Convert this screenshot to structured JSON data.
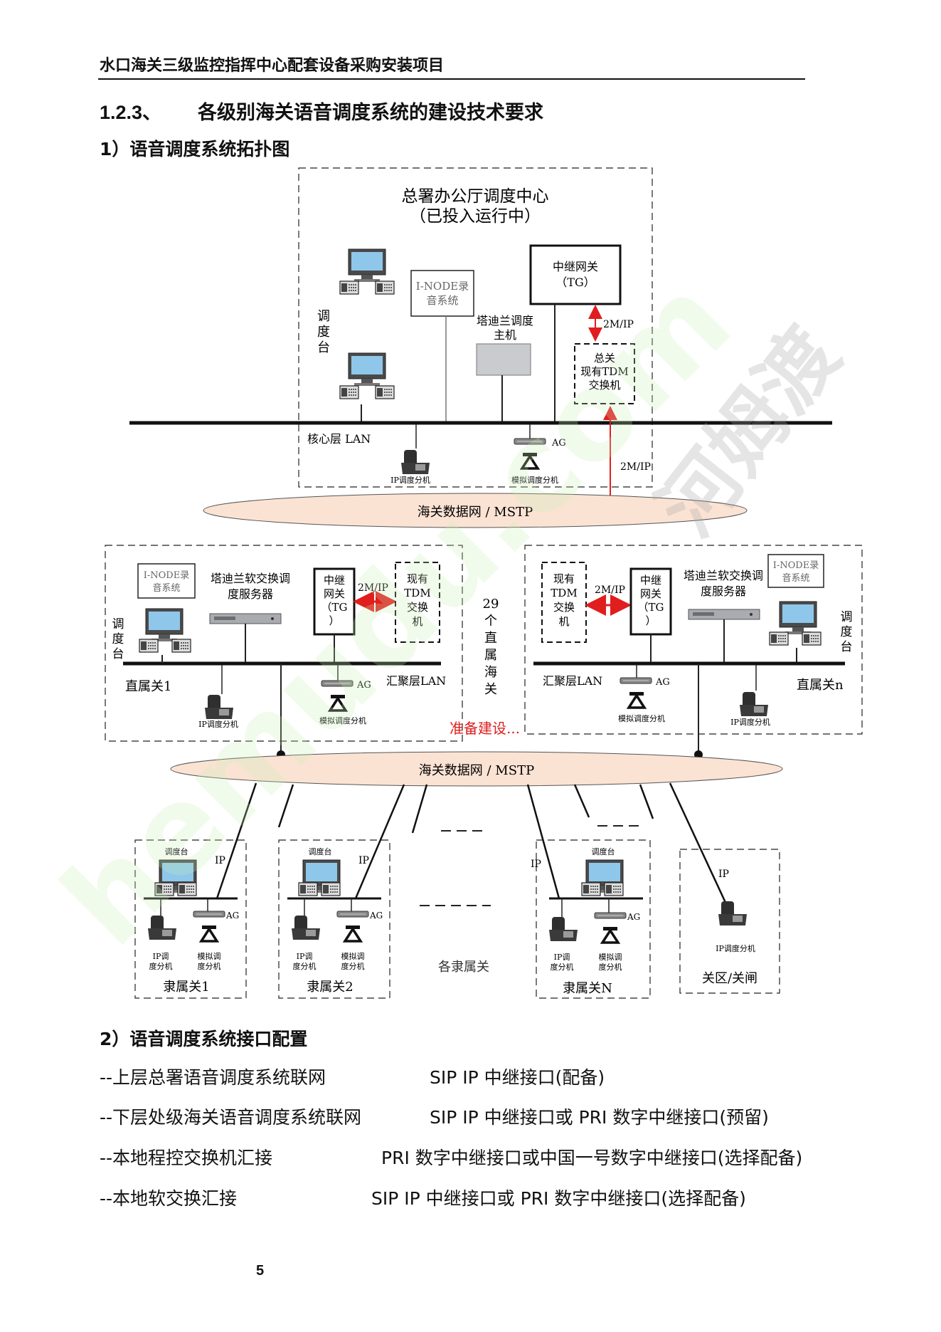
{
  "header": {
    "title": "水口海关三级监控指挥中心配套设备采购安装项目"
  },
  "section": {
    "number": "1.2.3、",
    "title": "各级别海关语音调度系统的建设技术要求"
  },
  "sub1": "1）语音调度系统拓扑图",
  "diagram": {
    "hq_title1": "总署办公厅调度中心",
    "hq_title2": "（已投入运行中）",
    "inode": [
      "I-NODE录",
      "音系统"
    ],
    "console_v": [
      "调",
      "度",
      "台"
    ],
    "tg": [
      "中继网关",
      "（TG）"
    ],
    "link_2m": "2M/IP",
    "host": [
      "塔迪兰调度",
      "主机"
    ],
    "tdm_hq": [
      "总关",
      "现有TDM",
      "交换机"
    ],
    "core_lan": "核心层 LAN",
    "ag": "AG",
    "ip_phone": "IP调度分机",
    "analog_phone": "模拟调度分机",
    "mstp": "海关数据网 / MSTP",
    "softswitch": [
      "塔迪兰软交换调",
      "度服务器"
    ],
    "tg_v": [
      "中继",
      "网关",
      "（TG",
      "）"
    ],
    "tdm_v": [
      "现有",
      "TDM",
      "交换",
      "机"
    ],
    "direct1": "直属关1",
    "directn": "直属关n",
    "agg_lan": "汇聚层LAN",
    "middle_v": [
      "29",
      "个",
      "直",
      "属",
      "海",
      "关"
    ],
    "preparing": "准备建设...",
    "console_small": "调度台",
    "ip": "IP",
    "ip_small": [
      "IP调",
      "度分机"
    ],
    "analog_small": [
      "模拟调",
      "度分机"
    ],
    "sub1_name": "隶属关1",
    "sub2_name": "隶属关2",
    "subs_name": "各隶属关",
    "subn_name": "隶属关N",
    "gate_name": "关区/关闸"
  },
  "sub2": "2）语音调度系统接口配置",
  "config": [
    {
      "left": "--上层总署语音调度系统联网",
      "right": "SIP IP 中继接口(配备)"
    },
    {
      "left": "--下层处级海关语音调度系统联网",
      "right": "SIP IP 中继接口或 PRI 数字中继接口(预留)"
    },
    {
      "left": "--本地程控交换机汇接",
      "right": "PRI 数字中继接口或中国一号数字中继接口(选择配备)"
    },
    {
      "left": "--本地软交换汇接",
      "right": "SIP IP 中继接口或 PRI 数字中继接口(选择配备)"
    }
  ],
  "page_number": "5",
  "watermark": {
    "brand": "河姆渡",
    "site": "hemudu.com"
  }
}
